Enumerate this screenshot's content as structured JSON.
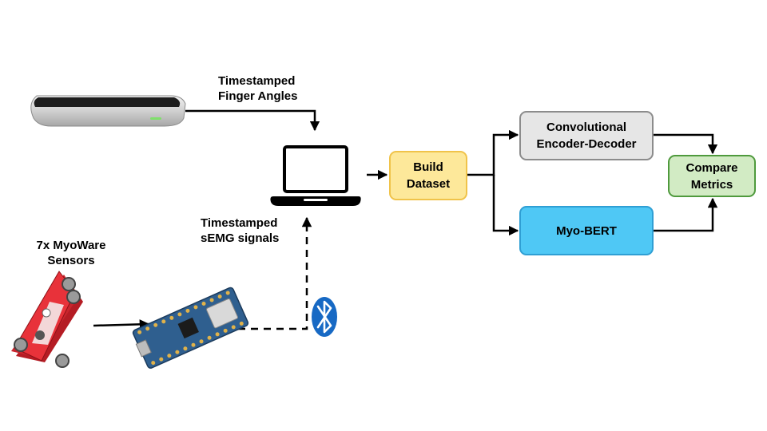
{
  "labels": {
    "finger_angles": [
      "Timestamped",
      "Finger Angles"
    ],
    "semg_signals": [
      "Timestamped",
      "sEMG signals"
    ],
    "sensors": [
      "7x MyoWare",
      "Sensors"
    ]
  },
  "nodes": {
    "build_dataset": [
      "Build",
      "Dataset"
    ],
    "conv_encoder_decoder": [
      "Convolutional",
      "Encoder-Decoder"
    ],
    "myo_bert": [
      "Myo-BERT"
    ],
    "compare_metrics": [
      "Compare",
      "Metrics"
    ]
  },
  "colors": {
    "build_dataset_fill": "#fde89a",
    "build_dataset_border": "#f0c34a",
    "conv_fill": "#e6e6e6",
    "conv_border": "#8c8c8c",
    "myo_bert_fill": "#4fc8f5",
    "myo_bert_border": "#2f9fd4",
    "compare_fill": "#d2ebc4",
    "compare_border": "#4f9a3d",
    "sensor_red": "#e8323a",
    "bluetooth_blue": "#1769c4",
    "board_blue": "#2f5f8f"
  },
  "icons": [
    "leap-motion-controller-image",
    "laptop-icon",
    "myoware-sensors-image",
    "arduino-nano-board-image",
    "bluetooth-icon"
  ]
}
